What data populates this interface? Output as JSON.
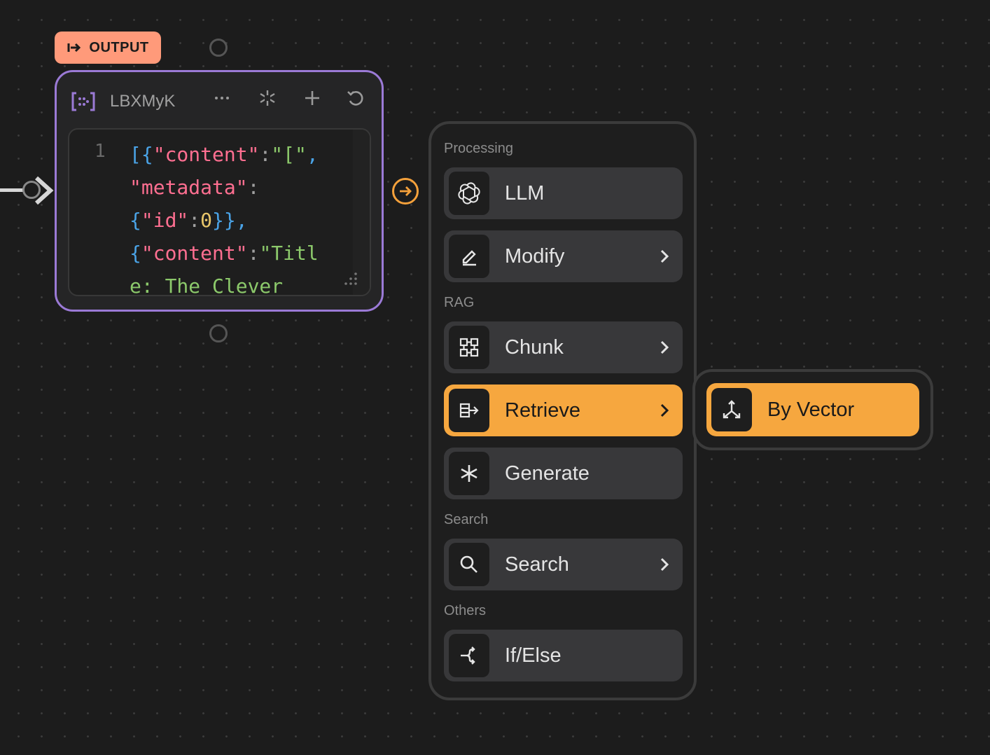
{
  "output_badge": {
    "label": "OUTPUT"
  },
  "node": {
    "title": "LBXMyK",
    "header_buttons": [
      "more-icon",
      "asterisk-icon",
      "plus-icon",
      "refresh-icon"
    ],
    "editor": {
      "line_number": "1",
      "lines": [
        [
          {
            "t": "[{",
            "c": "#4aa3e6"
          },
          {
            "t": "\"content\"",
            "c": "#ff6f91"
          },
          {
            "t": ":",
            "c": "#a0a0a0"
          },
          {
            "t": "\"[\"",
            "c": "#8cc96b"
          },
          {
            "t": ",",
            "c": "#4aa3e6"
          }
        ],
        [
          {
            "t": "\"metadata\"",
            "c": "#ff6f91"
          },
          {
            "t": ":",
            "c": "#a0a0a0"
          }
        ],
        [
          {
            "t": "{",
            "c": "#4aa3e6"
          },
          {
            "t": "\"id\"",
            "c": "#ff6f91"
          },
          {
            "t": ":",
            "c": "#a0a0a0"
          },
          {
            "t": "0",
            "c": "#e8c66a"
          },
          {
            "t": "}},",
            "c": "#4aa3e6"
          }
        ],
        [
          {
            "t": "{",
            "c": "#4aa3e6"
          },
          {
            "t": "\"content\"",
            "c": "#ff6f91"
          },
          {
            "t": ":",
            "c": "#a0a0a0"
          },
          {
            "t": "\"Titl",
            "c": "#8cc96b"
          }
        ],
        [
          {
            "t": "e: The Clever",
            "c": "#8cc96b"
          }
        ]
      ]
    }
  },
  "menu": {
    "sections": [
      {
        "label": "Processing",
        "items": [
          {
            "label": "LLM",
            "icon": "openai-icon",
            "submenu": false
          },
          {
            "label": "Modify",
            "icon": "edit-icon",
            "submenu": true
          }
        ]
      },
      {
        "label": "RAG",
        "items": [
          {
            "label": "Chunk",
            "icon": "grid-icon",
            "submenu": true
          },
          {
            "label": "Retrieve",
            "icon": "retrieve-icon",
            "submenu": true,
            "active": true
          },
          {
            "label": "Generate",
            "icon": "asterisk-icon",
            "submenu": false
          }
        ]
      },
      {
        "label": "Search",
        "items": [
          {
            "label": "Search",
            "icon": "search-icon",
            "submenu": true
          }
        ]
      },
      {
        "label": "Others",
        "items": [
          {
            "label": "If/Else",
            "icon": "branch-icon",
            "submenu": false
          }
        ]
      }
    ]
  },
  "submenu": {
    "label": "By Vector",
    "icon": "vector-icon"
  },
  "colors": {
    "accent": "#f6a73f",
    "node_border": "#9b7ad6",
    "badge": "#ff9a7a"
  }
}
